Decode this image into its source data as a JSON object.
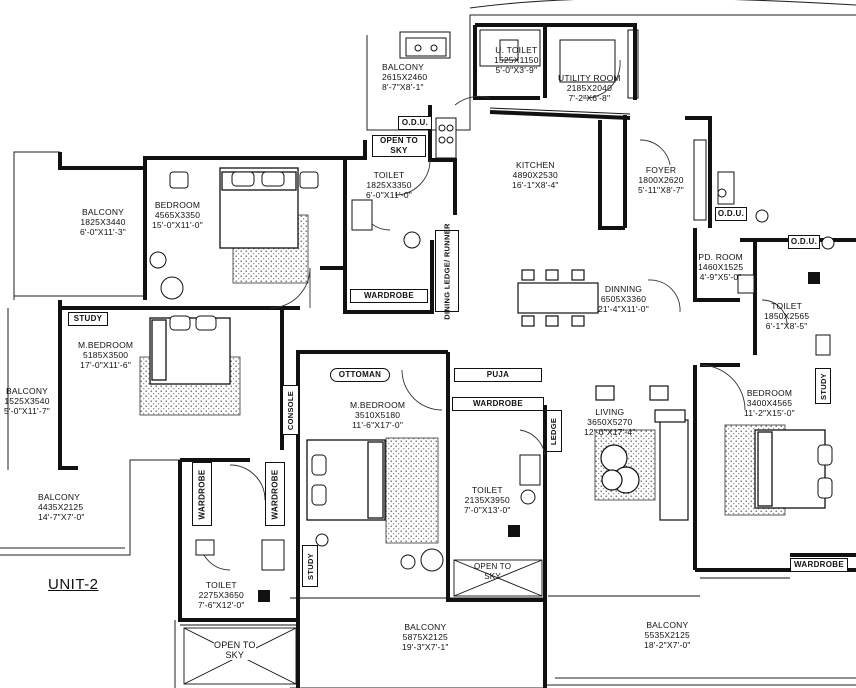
{
  "unit_title": "UNIT-2",
  "rooms": {
    "balcony_top": {
      "name": "BALCONY",
      "size_mm": "2615X2460",
      "size_ft": "8'-7\"X8'-1\""
    },
    "u_toilet": {
      "name": "U. TOILET",
      "size_mm": "1525X1150",
      "size_ft": "5'-0\"X3'-9\""
    },
    "utility_room": {
      "name": "UTILITY ROOM",
      "size_mm": "2185X2040",
      "size_ft": "7'-2\"X6'-8\""
    },
    "kitchen": {
      "name": "KITCHEN",
      "size_mm": "4890X2530",
      "size_ft": "16'-1\"X8'-4\""
    },
    "foyer": {
      "name": "FOYER",
      "size_mm": "1800X2620",
      "size_ft": "5'-11\"X8'-7\""
    },
    "toilet_1": {
      "name": "TOILET",
      "size_mm": "1825X3350",
      "size_ft": "6'-0\"X11'-0\""
    },
    "bedroom_1": {
      "name": "BEDROOM",
      "size_mm": "4565X3350",
      "size_ft": "15'-0\"X11'-0\""
    },
    "balcony_left": {
      "name": "BALCONY",
      "size_mm": "1825X3440",
      "size_ft": "6'-0\"X11'-3\""
    },
    "pd_room": {
      "name": "PD. ROOM",
      "size_mm": "1460X1525",
      "size_ft": "4'-9\"X5'-0\""
    },
    "dinning": {
      "name": "DINNING",
      "size_mm": "6505X3360",
      "size_ft": "21'-4\"X11'-0\""
    },
    "toilet_right": {
      "name": "TOILET",
      "size_mm": "1850X2565",
      "size_ft": "6'-1\"X8'-5\""
    },
    "m_bedroom_left": {
      "name": "M.BEDROOM",
      "size_mm": "5185X3500",
      "size_ft": "17'-0\"X11'-6\""
    },
    "balcony_far_left": {
      "name": "BALCONY",
      "size_mm": "1525X3540",
      "size_ft": "5'-0\"X11'-7\""
    },
    "m_bedroom_center": {
      "name": "M.BEDROOM",
      "size_mm": "3510X5180",
      "size_ft": "11'-6\"X17'-0\""
    },
    "living": {
      "name": "LIVING",
      "size_mm": "3650X5270",
      "size_ft": "12'-0\"X17'-4\""
    },
    "bedroom_right": {
      "name": "BEDROOM",
      "size_mm": "3400X4565",
      "size_ft": "11'-2\"X15'-0\""
    },
    "toilet_center": {
      "name": "TOILET",
      "size_mm": "2135X3950",
      "size_ft": "7'-0\"X13'-0\""
    },
    "balcony_bottom_left": {
      "name": "BALCONY",
      "size_mm": "4435X2125",
      "size_ft": "14'-7\"X7'-0\""
    },
    "toilet_bottom_left": {
      "name": "TOILET",
      "size_mm": "2275X3650",
      "size_ft": "7'-6\"X12'-0\""
    },
    "balcony_bottom_center": {
      "name": "BALCONY",
      "size_mm": "5875X2125",
      "size_ft": "19'-3\"X7'-1\""
    },
    "balcony_bottom_right": {
      "name": "BALCONY",
      "size_mm": "5535X2125",
      "size_ft": "18'-2\"X7'-0\""
    }
  },
  "tags": {
    "odu_top": "O.D.U.",
    "odu_right_1": "O.D.U.",
    "odu_right_2": "O.D.U.",
    "open_to_sky_top": [
      "OPEN TO",
      "SKY"
    ],
    "open_to_sky_center": [
      "OPEN TO",
      "SKY"
    ],
    "open_to_sky_bottom": [
      "OPEN TO",
      "SKY"
    ],
    "wardrobe_1": "WARDROBE",
    "wardrobe_center": "WARDROBE",
    "wardrobe_right": "WARDROBE",
    "wardrobe_vertical_1": "WARDROBE",
    "wardrobe_vertical_2": "WARDROBE",
    "dining_ledge": "DINING LEDGE/ RUNNER",
    "study_1": "STUDY",
    "study_2": "STUDY",
    "study_3": "STUDY",
    "ottoman": "OTTOMAN",
    "puja": "PUJA",
    "console": "CONSOLE",
    "ledge": "LEDGE"
  }
}
